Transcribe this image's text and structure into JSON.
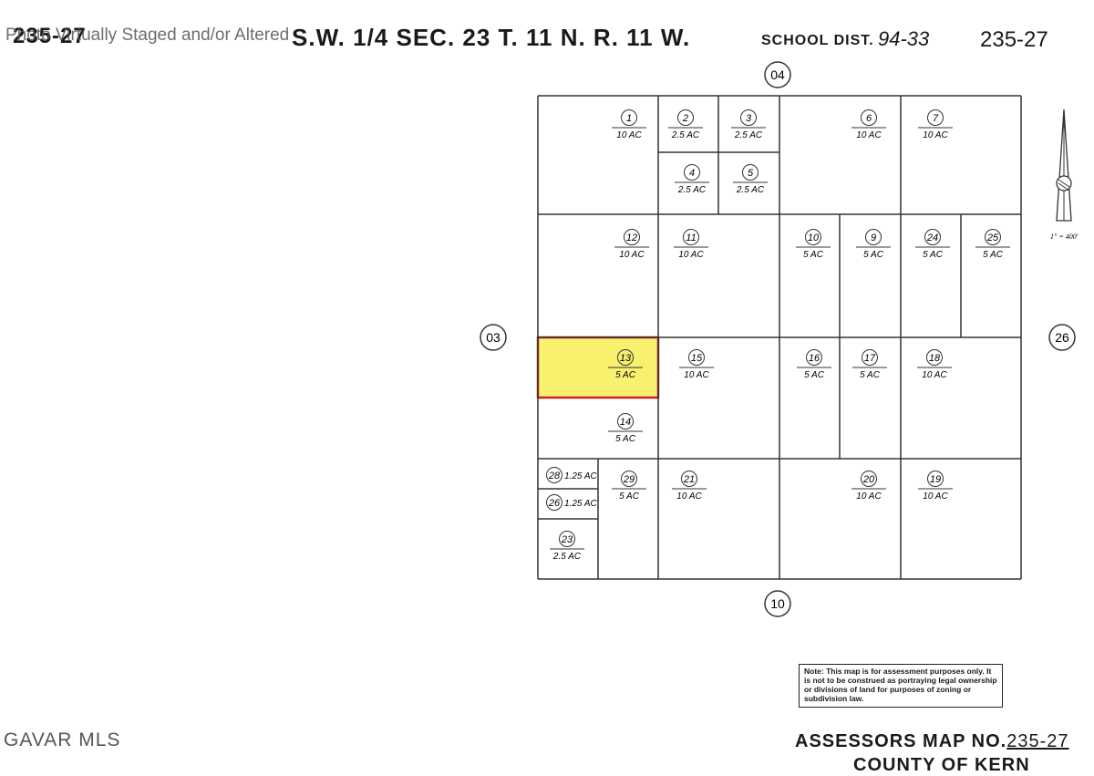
{
  "header": {
    "map_id_left": "235-27",
    "watermark": "Photo Virtually Staged and/or Altered",
    "title": "S.W. 1/4 SEC. 23 T. 11 N. R. 11 W.",
    "school_dist_label": "SCHOOL DIST.",
    "school_dist_value": "94-33",
    "map_id_right": "235-27"
  },
  "adjacent_maps": {
    "north": "04",
    "west": "03",
    "east": "26",
    "south": "10"
  },
  "scale_label": "1\" = 400'",
  "highlight_color": "#f7f16e",
  "highlight_border_color": "#cc2222",
  "highlighted_parcel": "13",
  "parcels": [
    {
      "num": "1",
      "acres": "10 AC"
    },
    {
      "num": "2",
      "acres": "2.5 AC"
    },
    {
      "num": "3",
      "acres": "2.5 AC"
    },
    {
      "num": "4",
      "acres": "2.5 AC"
    },
    {
      "num": "5",
      "acres": "2.5 AC"
    },
    {
      "num": "6",
      "acres": "10 AC"
    },
    {
      "num": "7",
      "acres": "10 AC"
    },
    {
      "num": "12",
      "acres": "10 AC"
    },
    {
      "num": "11",
      "acres": "10 AC"
    },
    {
      "num": "10",
      "acres": "5 AC"
    },
    {
      "num": "9",
      "acres": "5 AC"
    },
    {
      "num": "24",
      "acres": "5 AC"
    },
    {
      "num": "25",
      "acres": "5 AC"
    },
    {
      "num": "13",
      "acres": "5 AC"
    },
    {
      "num": "15",
      "acres": "10 AC"
    },
    {
      "num": "16",
      "acres": "5 AC"
    },
    {
      "num": "17",
      "acres": "5 AC"
    },
    {
      "num": "18",
      "acres": "10 AC"
    },
    {
      "num": "14",
      "acres": "5 AC"
    },
    {
      "num": "28",
      "acres": "1.25 AC"
    },
    {
      "num": "26",
      "acres": "1.25 AC"
    },
    {
      "num": "23",
      "acres": "2.5 AC"
    },
    {
      "num": "29",
      "acres": "5 AC"
    },
    {
      "num": "21",
      "acres": "10 AC"
    },
    {
      "num": "20",
      "acres": "10 AC"
    },
    {
      "num": "19",
      "acres": "10 AC"
    }
  ],
  "note": "Note: This map is for assessment purposes only. It is not to be construed as portraying legal ownership or divisions of land for purposes of zoning or subdivision law.",
  "footer": {
    "mls_mark": "GAVAR MLS",
    "assessor_label": "ASSESSORS MAP NO.",
    "assessor_number": "235-27",
    "county": "COUNTY OF KERN"
  }
}
